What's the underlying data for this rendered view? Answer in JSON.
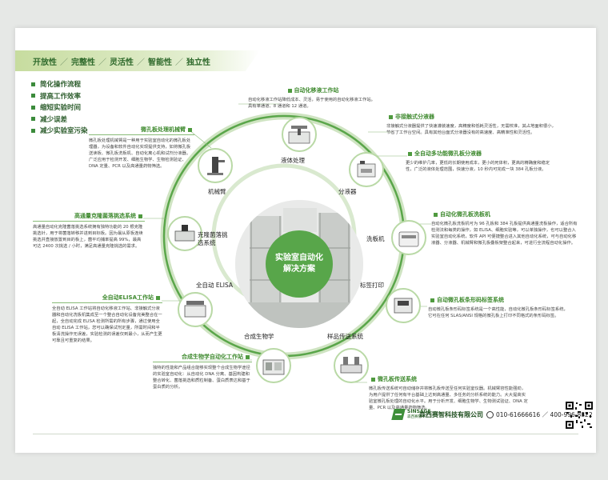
{
  "header": {
    "features": [
      "开放性",
      "完整性",
      "灵活性",
      "智能性",
      "独立性"
    ],
    "separator": "／"
  },
  "benefits": [
    "简化操作流程",
    "提高工作效率",
    "缩短实验时间",
    "减少误差",
    "减少实验室污染"
  ],
  "center": {
    "line1": "实验室自动化",
    "line2": "解决方案"
  },
  "ring_labels": {
    "liquid": "液体处理",
    "dispenser": "分液器",
    "washer": "洗板机",
    "labeler": "标签打印",
    "transfer": "样品传送系统",
    "synbio": "合成生物学",
    "elisa": "全自动 ELISA",
    "colony": "克隆菌落挑选系统",
    "arm": "机械臂"
  },
  "blocks": {
    "liquid": {
      "title": "自动化移液工作站",
      "desc": "自动化移液工作站降低成本、灵活，易于使用的自动化移液工作站。具有单通道、8 通道和 12 通道。"
    },
    "noncontact": {
      "title": "非接触式分液器",
      "desc": "非接触式分液器提供了快速灌装速度，高精度和低耗灵活性，无需校准，其占地面积很小，节省了工作台空间。具有其他台面式分液器没有的高速度、高精准性和灵活性。"
    },
    "multi": {
      "title": "全自动多功能微孔板分液器",
      "desc": "更少的维护几率，更低的长期使用成本，更小的死体积，更高的精确度和稳定性，广泛的液体处理范围，快速分液，10 秒内可完成一块 384 孔板分液。"
    },
    "washer": {
      "title": "自动化微孔板洗板机",
      "desc": "自动化微孔板洗板机可为 96 孔板和 384 孔板提供高通量洗板操作，适合所有检测法和每类的操作，如 ELISA、细胞实验等，可以单独操作，也可以整合入实验室自动化系统，软件 API 可便捷整合进入其他自动化系统，可与自动化移液器、分液器、机械臂和微孔板叠板架整合起来，可进行全流程自动化操作。"
    },
    "labeler": {
      "title": "自动微孔板条形码标签系统",
      "desc": "自动微孔板条形码标签系统是一个高性能，自动化微孔板条形码标签系统，它可在任何 SLAS/ANSI 规格的微孔板上打印不同格式的条形码标签。"
    },
    "transfer": {
      "title": "微孔板传送系统",
      "desc": "微孔板传送系统可自动储存并将微孔板传送至任何实验室仪器。机械臂容性能强劲，为用户提供了任何有平台基础上达到高通量、多任务的分析系统的能力。大大提高实验室微孔板处理的自动化水平。用于分析开发、细胞生物学、生物测试验证、DNA 定量、PCR 以及高通量药物筛选。"
    },
    "synbio": {
      "title": "合成生物学自动化工作站",
      "desc": "独特的性能和产品组合能够实现整个合成生物学途径的实验室自动化：从自动化 DNA 分离、基因构建和整合转化、菌落挑选和质粒制备、蛋白质表达和基于蛋白质的分析。"
    },
    "elisa": {
      "title": "全自动ELISA工作站",
      "desc": "全自动 ELISA 工作站将自动化移液工作站、非接触式分液器和自动化洗板机集成至一个整合自动化设备完美整合在一起，全自动完成 ELISA 检测所需的所有步骤，通过使用全自动 ELISA 工作站，您可以确保试剂定量，所需时间和半板清洗操作无误差，实验检测的误差仅到最小，从而产生更可靠且可重复的结果。"
    },
    "colony": {
      "title": "高通量克隆菌落挑选系统",
      "desc": "高通量自动化克隆菌落挑选系统拥有独特功能的 20 根克隆挑选针，用于将菌落转移并进到目标板。因为最从原板连续挑选并直接放置到目的板上，菌平均捕率提高 99%，最高可达 2400 次挑选 / 小时，满足高通量克隆挑选的需求。"
    },
    "arm": {
      "title": "微孔板处理机械臂",
      "desc": "微孔板处理机械臂是一种用于实验室自动化的微孔板处理器，为设备和软件自动化实现提供支持，如将微孔板送读板、微孔板洗板机、自动化离心机和试剂分液器。广泛应用于检测开发、细胞生物学、生物检测验证、DNA 定量、PCR 以及高通量药物筛选。"
    }
  },
  "footer": {
    "logo_en": "SINSAGE",
    "logo_cn": "森西赛智",
    "company": "森西赛智科技有限公司",
    "phones": "010-61666616 ／ 400-996-8822"
  },
  "colors": {
    "ring": "#5aa64a",
    "accent_green": "#3f8a2f",
    "center_disk": "#58a64a"
  }
}
